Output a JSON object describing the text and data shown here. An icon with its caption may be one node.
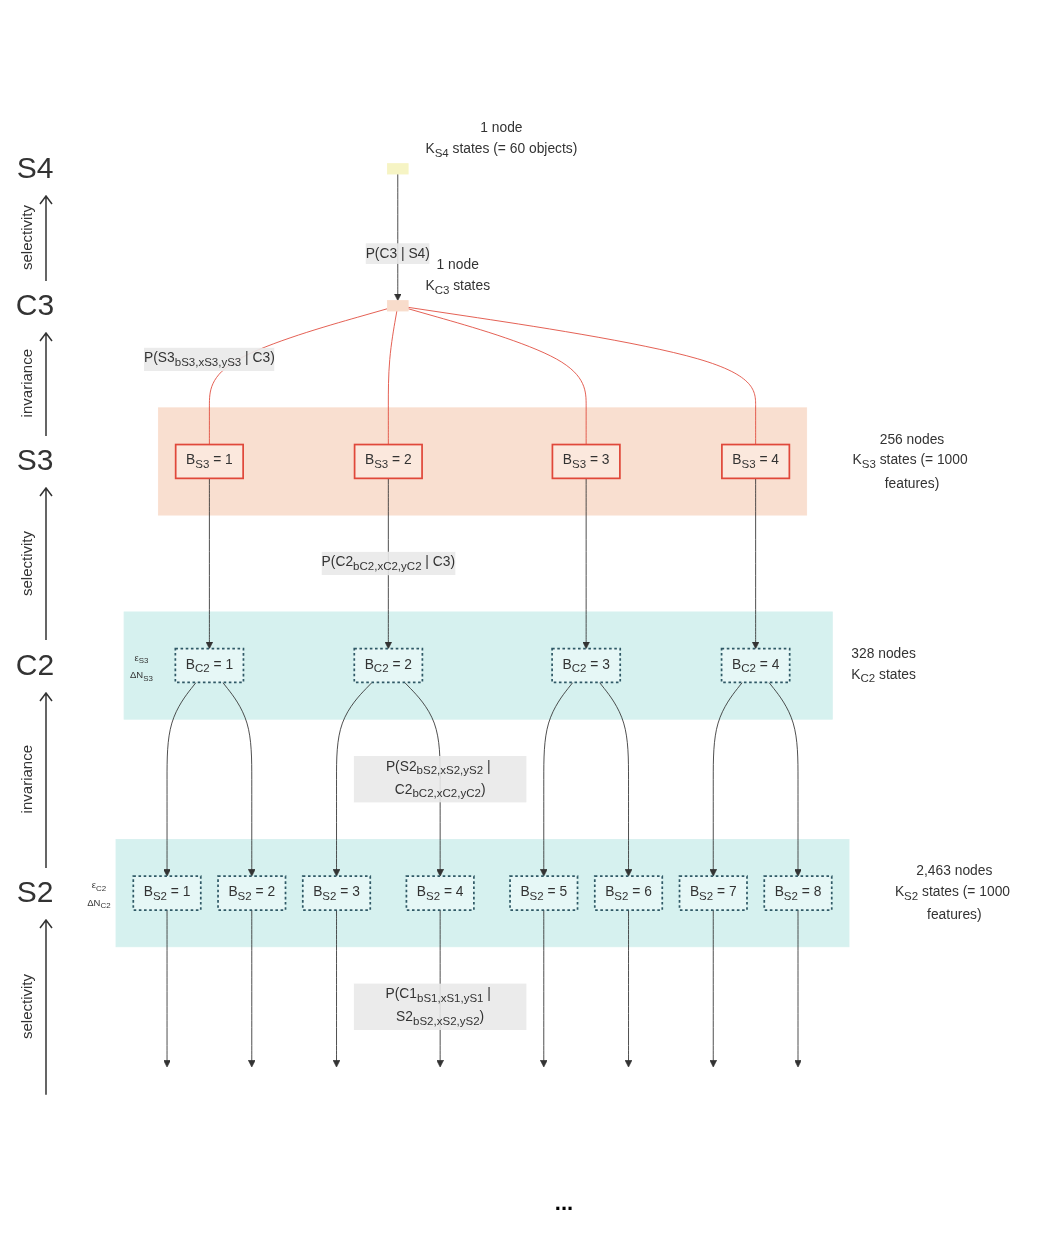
{
  "diagram": {
    "nodes": [
      {
        "text": [],
        "shape": "box",
        "beside": [
          "1 node",
          "K$_{S4}$ states (= 60 objects)"
        ]
      },
      {
        "text": [],
        "shape": "box",
        "beside": [
          "1 node",
          "K$_{C3}$ states"
        ]
      },
      {
        "text": [],
        "shape": "box",
        "beside": [
          "256 nodes",
          "K$_{S3}$ states (= 1000 features)"
        ]
      },
      {
        "text": [
          "B$_{S3}$ = 1"
        ],
        "in": 2
      },
      {
        "text": [
          "B$_{S3}$ = 2"
        ],
        "in": 2
      },
      {
        "text": [
          "B$_{S3}$ = 3"
        ],
        "in": 2
      },
      {
        "text": [
          "B$_{S3}$ = 4"
        ],
        "in": 2
      },
      {
        "text": [],
        "shape": "box",
        "beside": [
          "328 nodes",
          "K$_{C2}$ states"
        ]
      },
      {
        "text": [
          "B$_{C2}$ = 1"
        ],
        "in": 7,
        "beside": [
          "ε$_{S3}$",
          "ΔN$_{S3}$"
        ]
      },
      {
        "text": [
          "B$_{C2}$ = 2"
        ],
        "in": 7
      },
      {
        "text": [
          "B$_{C2}$ = 3"
        ],
        "in": 7
      },
      {
        "text": [
          "B$_{C2}$ = 4"
        ],
        "in": 7
      },
      {
        "text": [],
        "shape": "box",
        "beside": [
          "2,463 nodes",
          "K$_{S2}$ states (= 1000 features)"
        ]
      },
      {
        "text": [
          "B$_{S2}$ = 1"
        ],
        "in": 12,
        "beside": [
          "ε$_{C2}$",
          "ΔN$_{C2}$"
        ]
      },
      {
        "text": [
          "B$_{S2}$ = 2"
        ],
        "in": 12
      },
      {
        "text": [
          "B$_{S2}$ = 3"
        ],
        "in": 12
      },
      {
        "text": [
          "B$_{S2}$ = 4"
        ],
        "in": 12
      },
      {
        "text": [
          "B$_{S2}$ = 5"
        ],
        "in": 12
      },
      {
        "text": [
          "B$_{S2}$ = 6"
        ],
        "in": 12
      },
      {
        "text": [
          "B$_{S2}$ = 7"
        ],
        "in": 12
      },
      {
        "text": [
          "B$_{S2}$ = 8"
        ],
        "in": 12
      }
    ],
    "edges": [
      {
        "from": 0,
        "to": 1,
        "arrow": "to",
        "label": "P(C3 | S4)"
      },
      {
        "from": 1,
        "to": 3,
        "arrow": "none",
        "color": "#e0483a",
        "label": "P(S3$_{bS3,xS3,yS3}$ | C3)"
      },
      {
        "from": 1,
        "to": 4,
        "arrow": "none",
        "color": "#e0483a"
      },
      {
        "from": 1,
        "to": 5,
        "arrow": "none",
        "color": "#e0483a"
      },
      {
        "from": 1,
        "to": 6,
        "arrow": "none",
        "color": "#e0483a"
      },
      {
        "from": 3,
        "to": 8,
        "arrow": "to"
      },
      {
        "from": 4,
        "to": 9,
        "arrow": "to",
        "label": "P(C2$_{bC2,xC2,yC2}$ | C3)"
      },
      {
        "from": 5,
        "to": 10,
        "arrow": "to"
      },
      {
        "from": 6,
        "to": 11,
        "arrow": "to"
      },
      {
        "from": 8,
        "to": 13,
        "arrow": "to"
      },
      {
        "from": 8,
        "to": 14,
        "arrow": "to"
      },
      {
        "from": 9,
        "to": 15,
        "arrow": "to"
      },
      {
        "from": 9,
        "to": 16,
        "arrow": "to",
        "label": "P(S2$_{bS2,xS2,yS2}$ | C2$_{bC2,xC2,yC2}$)"
      },
      {
        "from": 10,
        "to": 17,
        "arrow": "to"
      },
      {
        "from": 10,
        "to": 18,
        "arrow": "to"
      },
      {
        "from": 11,
        "to": 19,
        "arrow": "to"
      },
      {
        "from": 11,
        "to": 20,
        "arrow": "to"
      },
      {
        "from": 13,
        "to": null,
        "arrow": "to"
      },
      {
        "from": 14,
        "to": null,
        "arrow": "to"
      },
      {
        "from": 15,
        "to": null,
        "arrow": "to"
      },
      {
        "from": 16,
        "to": null,
        "arrow": "to",
        "label": "P(C1$_{bS1,xS1,yS1}$ | S2$_{bS2,xS2,yS2}$)"
      },
      {
        "from": 17,
        "to": null,
        "arrow": "to"
      },
      {
        "from": 18,
        "to": null,
        "arrow": "to"
      },
      {
        "from": 19,
        "to": null,
        "arrow": "to"
      },
      {
        "from": 20,
        "to": null,
        "arrow": "to"
      }
    ],
    "labels": [
      "S4",
      "selectivity",
      "C3",
      "invariance",
      "S3",
      "selectivity",
      "C2",
      "invariance",
      "S2",
      "selectivity",
      "..."
    ]
  }
}
